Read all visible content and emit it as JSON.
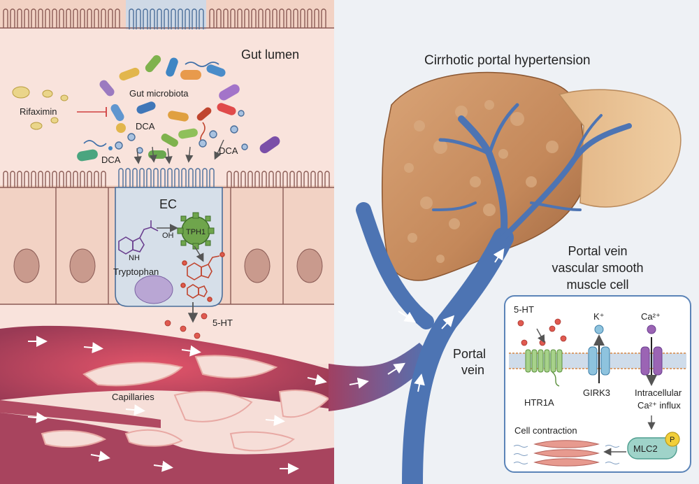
{
  "labels": {
    "gut_lumen": "Gut lumen",
    "gut_microbiota": "Gut microbiota",
    "rifaximin": "Rifaximin",
    "dca_1": "DCA",
    "dca_2": "DCA",
    "dca_3": "DCA",
    "ec": "EC",
    "tph1": "TPH1",
    "oh": "OH",
    "nh": "NH",
    "tryptophan": "Tryptophan",
    "five_ht_gut": "5-HT",
    "capillaries": "Capillaries",
    "title": "Cirrhotic portal hypertension",
    "smc_title_line1": "Portal vein",
    "smc_title_line2": "vascular smooth",
    "smc_title_line3": "muscle cell",
    "portal_vein_line1": "Portal",
    "portal_vein_line2": "vein",
    "five_ht_cell": "5-HT",
    "k_ion": "K⁺",
    "ca_ion": "Ca²⁺",
    "htr1a": "HTR1A",
    "girk3": "GIRK3",
    "intracellular_line1": "Intracellular",
    "intracellular_line2": "Ca²⁺ influx",
    "cell_contraction": "Cell contraction",
    "mlc2": "MLC2",
    "phospho": "P"
  },
  "colors": {
    "gut_background": "#f6ded8",
    "right_background": "#eef1f5",
    "ec_cell": "#d6dfe9",
    "enterocyte": "#f2d2c4",
    "nucleus": "#c99a8d",
    "vessel_red": "#b8435a",
    "portal_vein_blue": "#4d74b3",
    "liver": "#c98b5a",
    "tph1": "#6fa54c",
    "serotonin": "#d9534f",
    "htr1a": "#a7d28a",
    "girk3": "#8ec3de",
    "ca_channel": "#9b64b4",
    "mlc2": "#9fd3c9",
    "phospho": "#f2cf3a"
  }
}
